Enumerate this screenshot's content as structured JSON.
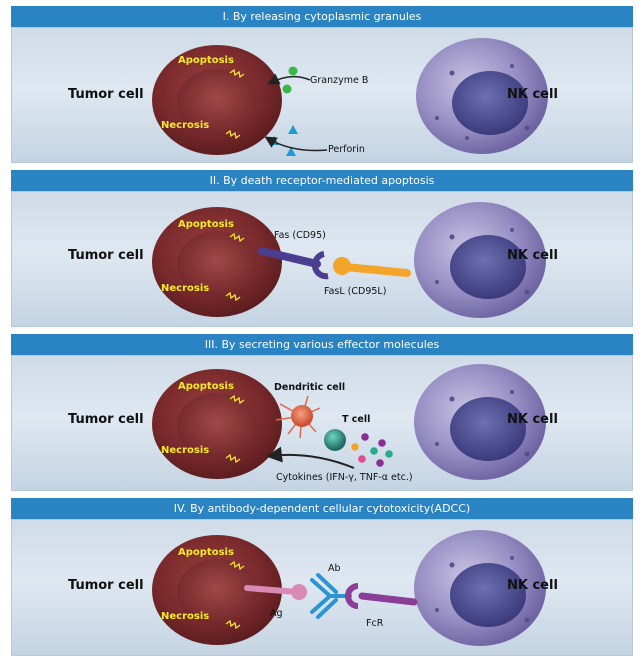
{
  "panels": [
    {
      "title": "I. By releasing cytoplasmic granules",
      "tumor_label": "Tumor cell",
      "nk_label": "NK cell",
      "apoptosis": "Apoptosis",
      "necrosis": "Necrosis",
      "labels": {
        "granzyme": "Granzyme B",
        "perforin": "Perforin"
      }
    },
    {
      "title": "II. By death receptor-mediated apoptosis",
      "tumor_label": "Tumor cell",
      "nk_label": "NK cell",
      "apoptosis": "Apoptosis",
      "necrosis": "Necrosis",
      "labels": {
        "fas": "Fas (CD95)",
        "fasl": "FasL (CD95L)"
      }
    },
    {
      "title": "III. By secreting various effector molecules",
      "tumor_label": "Tumor cell",
      "nk_label": "NK cell",
      "apoptosis": "Apoptosis",
      "necrosis": "Necrosis",
      "labels": {
        "dendritic": "Dendritic cell",
        "tcell": "T cell",
        "cytokines": "Cytokines (IFN-γ, TNF-α etc.)"
      }
    },
    {
      "title": "IV. By antibody-dependent cellular cytotoxicity(ADCC)",
      "tumor_label": "Tumor cell",
      "nk_label": "NK cell",
      "apoptosis": "Apoptosis",
      "necrosis": "Necrosis",
      "labels": {
        "ab": "Ab",
        "ag": "Ag",
        "fcr": "FcR"
      }
    }
  ],
  "colors": {
    "header": "#2a83c2",
    "tumor": "#7a2a2c",
    "nk": "#8f85bd",
    "death_text": "#f5ea2a",
    "granzyme": "#3cb54a",
    "perforin": "#1e9ad6",
    "fas": "#4b3d8f",
    "fasl": "#f2a52a",
    "antibody": "#2b95d3",
    "antigen": "#d98ab4",
    "fcr": "#8a3e97"
  }
}
